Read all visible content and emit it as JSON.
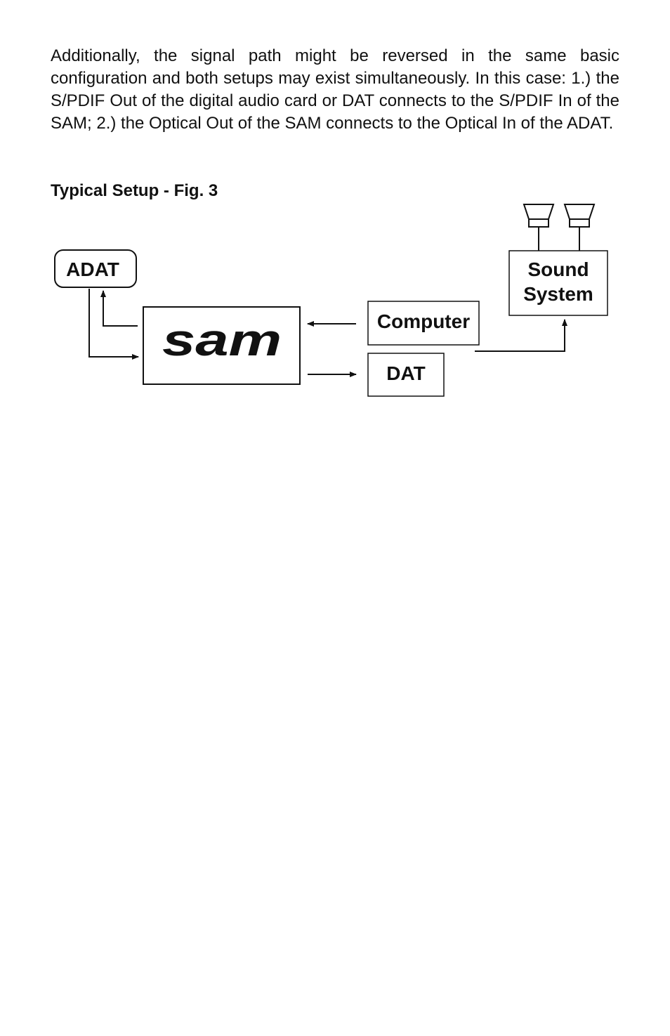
{
  "body_text": "Additionally, the signal path might be reversed in the same basic configuration and both setups may exist simultaneously.  In this case: 1.) the S/PDIF Out of the digital audio card or DAT connects to the S/PDIF In of the SAM; 2.) the Optical Out of the SAM connects to the Optical In of the ADAT.",
  "figure": {
    "heading": "Typical Setup - Fig. 3",
    "boxes": {
      "adat": "ADAT",
      "sam_logo": "sam",
      "computer": "Computer",
      "dat": "DAT",
      "sound_system_line1": "Sound",
      "sound_system_line2": "System"
    },
    "icons": [
      "speaker-icon",
      "speaker-icon",
      "arrow-icon"
    ]
  }
}
